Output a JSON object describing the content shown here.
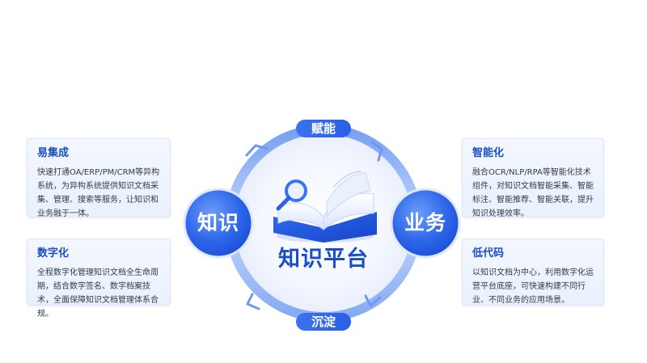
{
  "cards": {
    "top_left": {
      "title": "易集成",
      "desc": "快速打通OA/ERP/PM/CRM等异构系统，为异构系统提供知识文档采集、管理、搜索等服务，让知识和业务融于一体。"
    },
    "bottom_left": {
      "title": "数字化",
      "desc": "全程数字化管理知识文档全生命周期，结合数字签名、数字档案技术，全面保障知识文档管理体系合规。"
    },
    "top_right": {
      "title": "智能化",
      "desc": "融合OCR/NLP/RPA等智能化技术组件，对知识文档智能采集、智能标注、智能推荐、智能关联，提升知识处理效率。"
    },
    "bottom_right": {
      "title": "低代码",
      "desc": "以知识文档为中心，利用数字化运营平台底座，可快速构建不同行业、不同业务的应用场景。"
    }
  },
  "cycle": {
    "left_node": "知识",
    "right_node": "业务",
    "top_flow": "赋能",
    "bottom_flow": "沉淀",
    "center_title": "知识平台"
  },
  "colors": {
    "primary": "#1a4ec8",
    "node_light": "#5a8ef5",
    "node_dark": "#1f58e6",
    "ring": "#7aa3f3",
    "card_bg": "#eef4fe"
  },
  "icons": [
    "book-icon",
    "magnifier-icon"
  ]
}
